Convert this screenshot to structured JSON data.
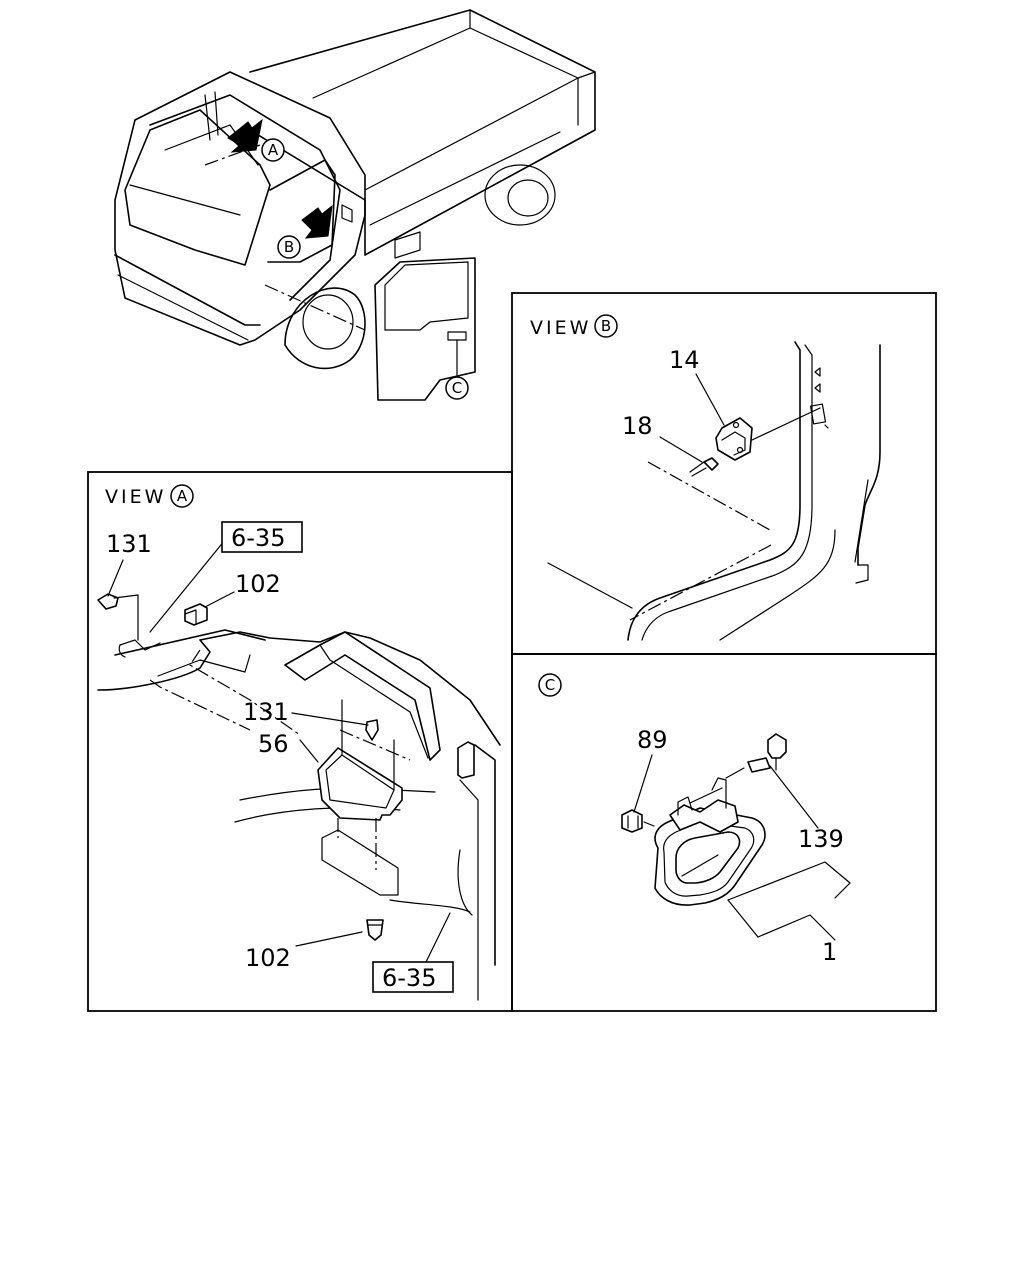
{
  "markers": {
    "a": "A",
    "b": "B",
    "c": "C"
  },
  "views": {
    "view_a": {
      "prefix": "VIEW",
      "marker": "A"
    },
    "view_b": {
      "prefix": "VIEW",
      "marker": "B"
    },
    "view_c": {
      "marker": "C"
    }
  },
  "callouts": {
    "p131_top": "131",
    "ref_635_top": "6-35",
    "p102_top": "102",
    "p131_mid": "131",
    "p56": "56",
    "p102_bot": "102",
    "ref_635_bot": "6-35",
    "p14": "14",
    "p18": "18",
    "p89": "89",
    "p139": "139",
    "p1": "1"
  }
}
